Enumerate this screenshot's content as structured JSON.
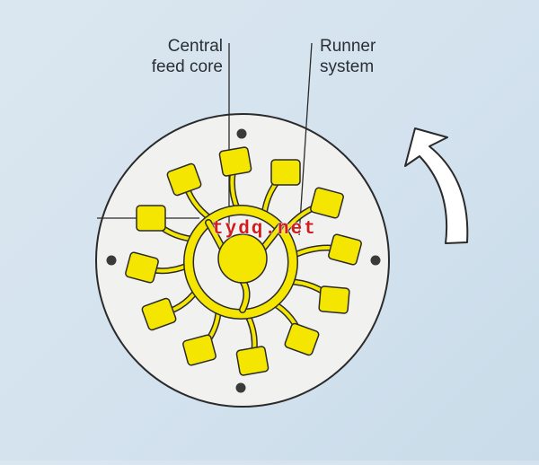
{
  "labels": {
    "central_feed_core": [
      "Central",
      "feed core"
    ],
    "runner_system": [
      "Runner",
      "system"
    ]
  },
  "watermark": "tydq.net",
  "colors": {
    "background": "#d6e4ef",
    "plate": "#f1f1f0",
    "yellow": "#f4e600",
    "outline": "#2b2b2b",
    "pin": "#3a3a3a",
    "watermark": "#d21c1c"
  },
  "icons": {
    "rotation": "curved-arrow-icon"
  }
}
